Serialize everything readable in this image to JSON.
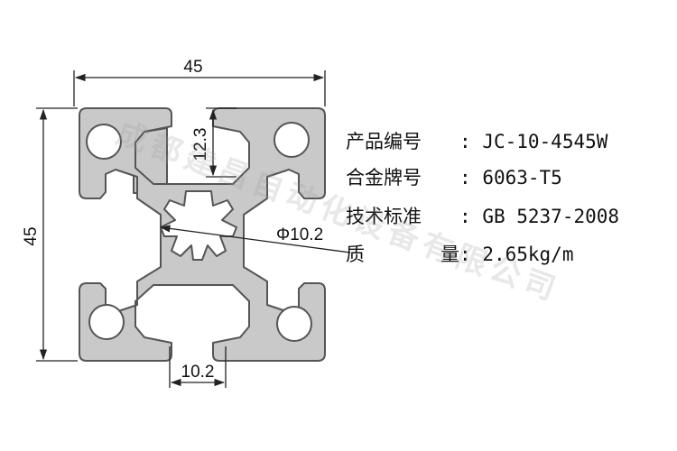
{
  "dimensions": {
    "width_top": "45",
    "height_left": "45",
    "slot_depth": "12.3",
    "bore_diameter": "Φ10.2",
    "slot_width": "10.2"
  },
  "specs": [
    {
      "label": "产品编号",
      "sep": ":",
      "value": "JC-10-4545W"
    },
    {
      "label": "合金牌号",
      "sep": ":",
      "value": "6063-T5"
    },
    {
      "label": "技术标准",
      "sep": ":",
      "value": "GB 5237-2008"
    },
    {
      "label_a": "质",
      "label_b": "量",
      "sep": ":",
      "value": "2.65kg/m"
    }
  ],
  "watermark": "成都建昌自动化设备有限公司",
  "colors": {
    "profile_fill": "#c9c9c9",
    "profile_stroke": "#555555",
    "line": "#222222"
  }
}
